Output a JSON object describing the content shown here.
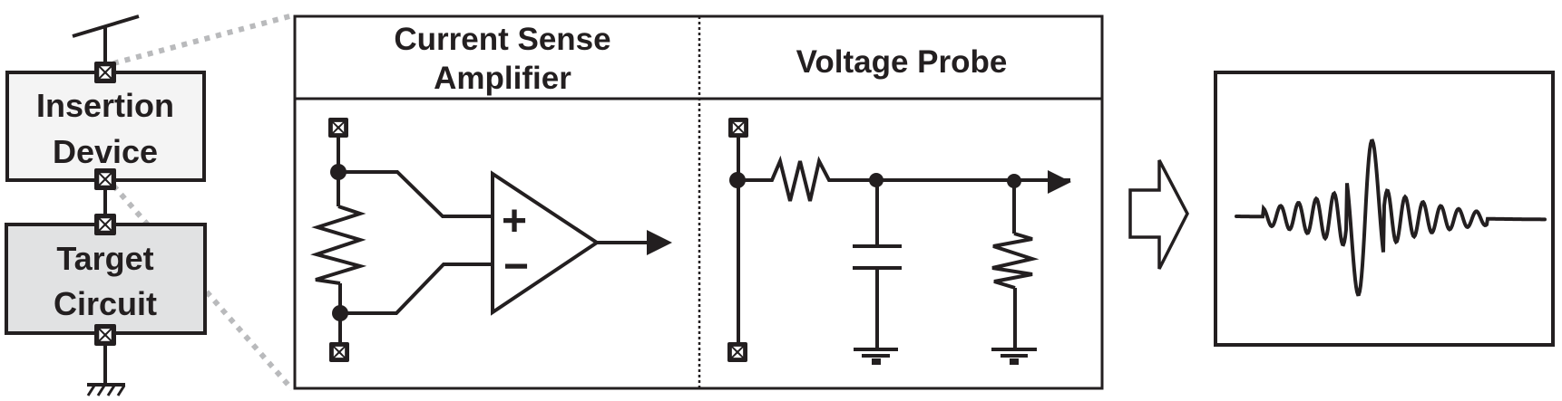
{
  "blocks": {
    "insertion_device": {
      "line1": "Insertion",
      "line2": "Device",
      "fill": "#f4f4f4"
    },
    "target_circuit": {
      "line1": "Target",
      "line2": "Circuit",
      "fill": "#e1e2e3"
    }
  },
  "panel": {
    "current_sense": {
      "line1": "Current Sense",
      "line2": "Amplifier",
      "plus": "+",
      "minus": "−"
    },
    "voltage_probe": {
      "title": "Voltage Probe"
    }
  },
  "colors": {
    "ink": "#231f20",
    "zoom_lines": "#b9babc"
  },
  "output": {
    "description": "Oscilloscope waveform trace"
  }
}
